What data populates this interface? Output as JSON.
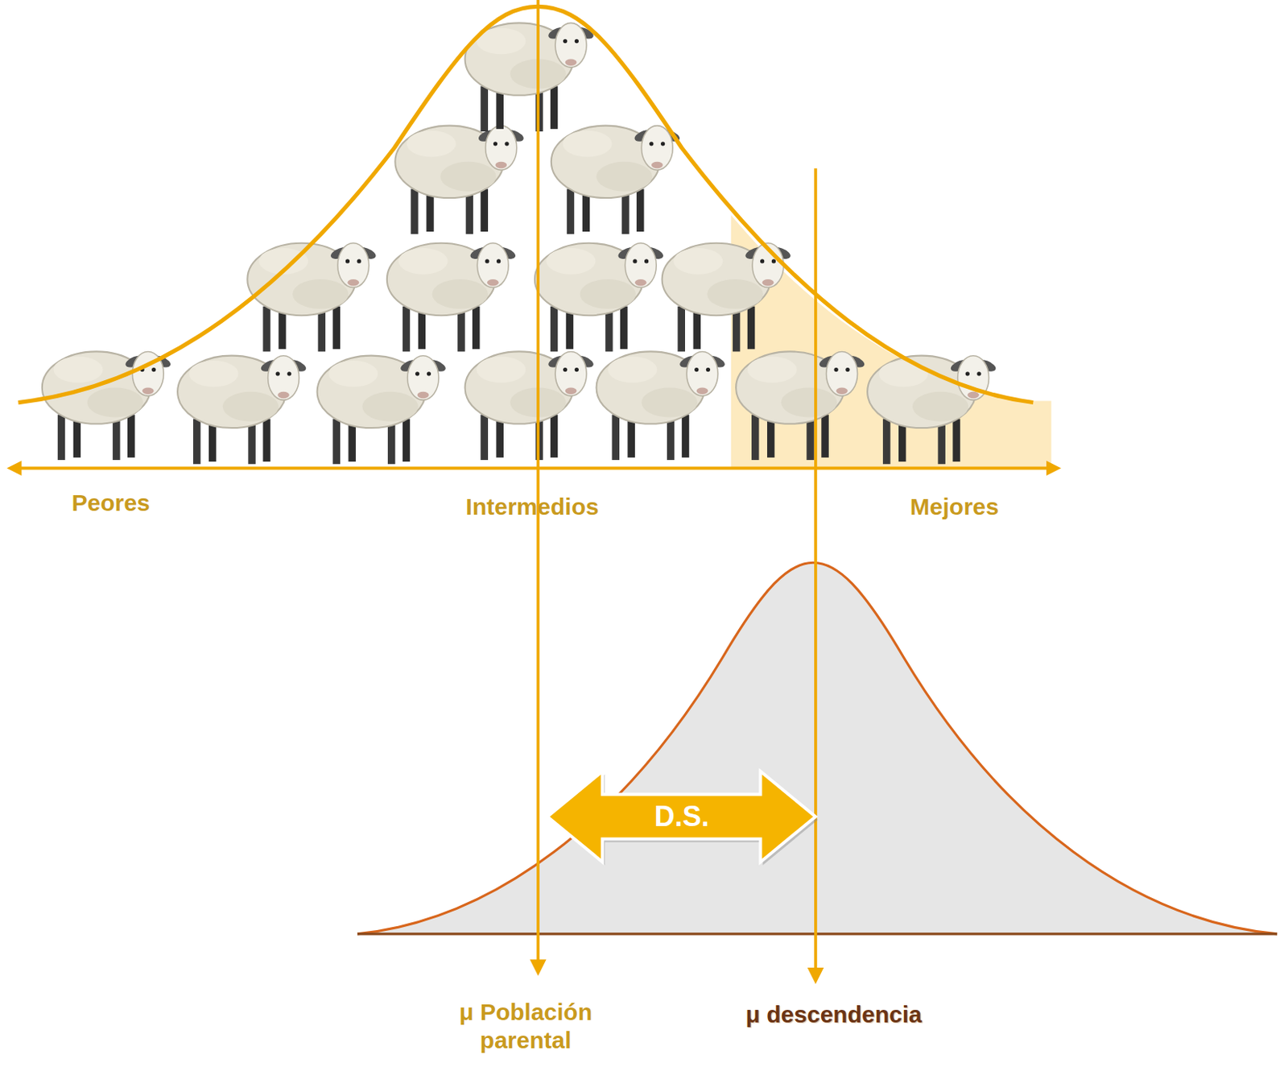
{
  "diagram": {
    "nodes": [
      {
        "text": [
          "D.S."
        ]
      }
    ],
    "labels": [
      "Peores",
      "Intermedios",
      "Mejores",
      "μ Población parental",
      "μ descendencia"
    ]
  }
}
